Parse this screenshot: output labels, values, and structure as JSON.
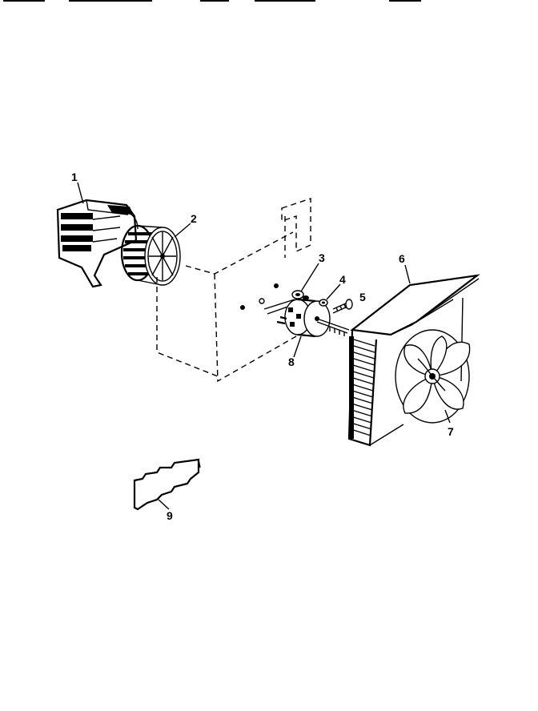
{
  "diagram": {
    "parts": [
      {
        "id": "1",
        "label": "1",
        "name": "blower-housing"
      },
      {
        "id": "2",
        "label": "2",
        "name": "blower-wheel"
      },
      {
        "id": "3",
        "label": "3",
        "name": "mounting-nut"
      },
      {
        "id": "4",
        "label": "4",
        "name": "washer"
      },
      {
        "id": "5",
        "label": "5",
        "name": "screw"
      },
      {
        "id": "6",
        "label": "6",
        "name": "fan-shroud"
      },
      {
        "id": "7",
        "label": "7",
        "name": "condenser-fan-blade"
      },
      {
        "id": "8",
        "label": "8",
        "name": "fan-motor"
      },
      {
        "id": "9",
        "label": "9",
        "name": "motor-bracket"
      }
    ]
  }
}
